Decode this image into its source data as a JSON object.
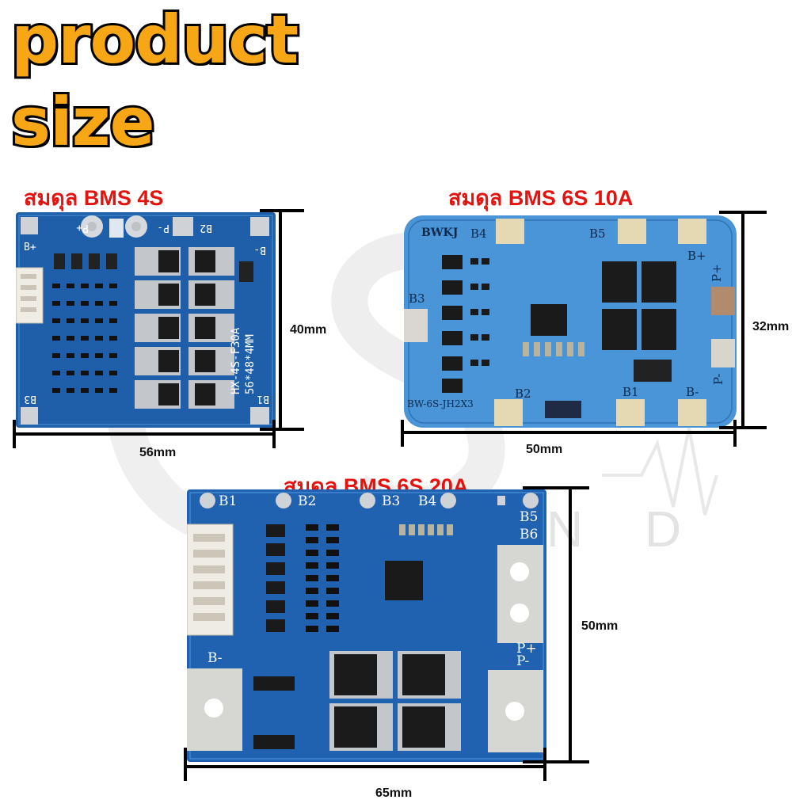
{
  "heading": {
    "line1": "product",
    "line2": "size"
  },
  "boards": [
    {
      "title": "สมดุล BMS 4S",
      "width_label": "56mm",
      "height_label": "40mm",
      "silk": {
        "pplus": "P+",
        "pminus": "P-",
        "b2": "B2",
        "bplus": "B+",
        "bminus": "B-",
        "b3": "B3",
        "b1": "B1",
        "model": "HX-4S-F30A",
        "size": "56*48*4MM"
      }
    },
    {
      "title": "สมดุล BMS 6S 10A",
      "width_label": "50mm",
      "height_label": "32mm",
      "silk": {
        "brand": "BWKJ",
        "b4": "B4",
        "b5": "B5",
        "b3": "B3",
        "bplus": "B+",
        "pplus": "P+",
        "pminus": "P-",
        "b2": "B2",
        "b1": "B1",
        "bminus": "B-",
        "model": "BW-6S-JH2X3"
      }
    },
    {
      "title": "สมดุล BMS 6S 20A",
      "width_label": "65mm",
      "height_label": "50mm",
      "silk": {
        "b1": "B1",
        "b2": "B2",
        "b3": "B3",
        "b4": "B4",
        "b5": "B5",
        "b6": "B6",
        "bminus": "B-",
        "pplus": "P+",
        "pminus": "P-"
      }
    }
  ],
  "colors": {
    "heading": "#f7a616",
    "label": "#e3130f",
    "pcb": "#1f5ea8",
    "pcb_light": "#4a94d8"
  }
}
